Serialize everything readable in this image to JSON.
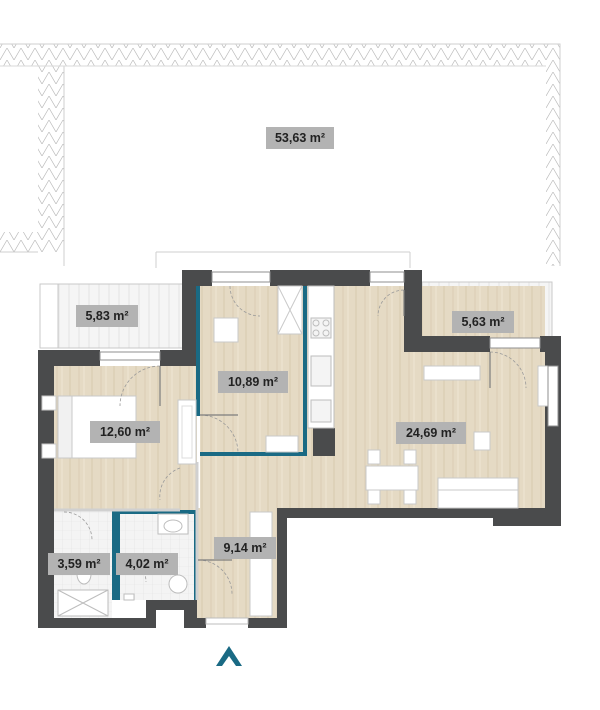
{
  "rooms": [
    {
      "id": "garden",
      "area": "53,63 m²"
    },
    {
      "id": "balcony-left",
      "area": "5,83 m²"
    },
    {
      "id": "balcony-right",
      "area": "5,63 m²"
    },
    {
      "id": "bedroom",
      "area": "12,60 m²"
    },
    {
      "id": "kitchen-room",
      "area": "10,89 m²"
    },
    {
      "id": "living-room",
      "area": "24,69 m²"
    },
    {
      "id": "wc",
      "area": "3,59 m²"
    },
    {
      "id": "bathroom",
      "area": "4,02 m²"
    },
    {
      "id": "hall",
      "area": "9,14 m²"
    }
  ],
  "colors": {
    "wall": "#4a4b4c",
    "floor": "#e6dcc8",
    "tile": "#f3f3f3",
    "accent": "#1a6a84",
    "label_bg": "#b3b3b3",
    "hatch": "#c8c8c8"
  },
  "compass": "north-arrow-icon"
}
